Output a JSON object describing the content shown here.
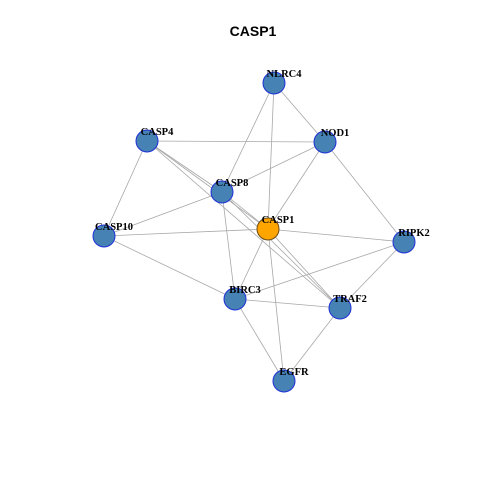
{
  "title": "CASP1",
  "colors": {
    "node_fill": "#4682b4",
    "node_stroke": "#1f2fd6",
    "hub_fill": "#ffa500",
    "hub_stroke": "#6b4a1a",
    "edge": "#a8a8a8"
  },
  "nodes": [
    {
      "id": "NLRC4",
      "label": "NLRC4",
      "hub": false
    },
    {
      "id": "CASP4",
      "label": "CASP4",
      "hub": false
    },
    {
      "id": "NOD1",
      "label": "NOD1",
      "hub": false
    },
    {
      "id": "CASP8",
      "label": "CASP8",
      "hub": false
    },
    {
      "id": "CASP1",
      "label": "CASP1",
      "hub": true
    },
    {
      "id": "CASP10",
      "label": "CASP10",
      "hub": false
    },
    {
      "id": "RIPK2",
      "label": "RIPK2",
      "hub": false
    },
    {
      "id": "BIRC3",
      "label": "BIRC3",
      "hub": false
    },
    {
      "id": "TRAF2",
      "label": "TRAF2",
      "hub": false
    },
    {
      "id": "EGFR",
      "label": "EGFR",
      "hub": false
    }
  ],
  "edges": [
    [
      "NLRC4",
      "NOD1"
    ],
    [
      "NLRC4",
      "CASP8"
    ],
    [
      "NLRC4",
      "CASP1"
    ],
    [
      "CASP4",
      "NOD1"
    ],
    [
      "CASP4",
      "CASP8"
    ],
    [
      "CASP4",
      "CASP1"
    ],
    [
      "CASP4",
      "CASP10"
    ],
    [
      "CASP4",
      "TRAF2"
    ],
    [
      "NOD1",
      "CASP8"
    ],
    [
      "NOD1",
      "CASP1"
    ],
    [
      "NOD1",
      "RIPK2"
    ],
    [
      "CASP8",
      "CASP1"
    ],
    [
      "CASP8",
      "CASP10"
    ],
    [
      "CASP8",
      "BIRC3"
    ],
    [
      "CASP8",
      "TRAF2"
    ],
    [
      "CASP1",
      "CASP10"
    ],
    [
      "CASP1",
      "RIPK2"
    ],
    [
      "CASP1",
      "BIRC3"
    ],
    [
      "CASP1",
      "TRAF2"
    ],
    [
      "CASP1",
      "EGFR"
    ],
    [
      "CASP10",
      "BIRC3"
    ],
    [
      "RIPK2",
      "BIRC3"
    ],
    [
      "RIPK2",
      "TRAF2"
    ],
    [
      "BIRC3",
      "TRAF2"
    ],
    [
      "BIRC3",
      "EGFR"
    ],
    [
      "TRAF2",
      "EGFR"
    ]
  ]
}
